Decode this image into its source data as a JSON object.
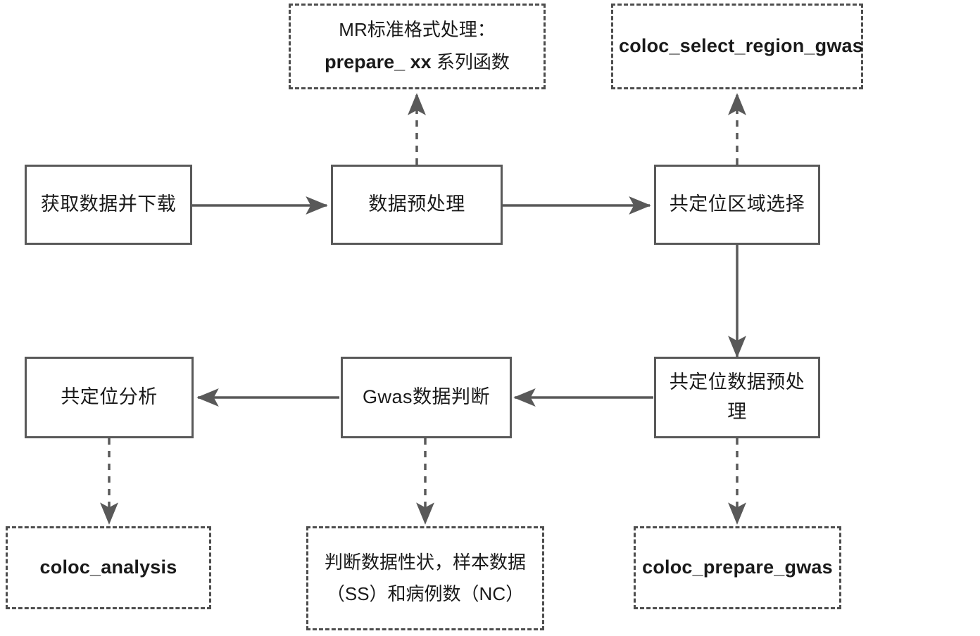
{
  "diagram": {
    "title": "coloc analysis workflow flowchart",
    "colors": {
      "solid_border": "#595959",
      "dashed_border": "#4d4d4d",
      "text": "#1a1a1a",
      "background": "#ffffff",
      "edge": "#595959"
    },
    "nodes": {
      "mr_format": {
        "line1": "MR标准格式处理：",
        "line2_bold": "prepare_ xx",
        "line2_rest": " 系列函数",
        "style": "dashed"
      },
      "coloc_select_region_gwas": {
        "label": "coloc_select_region_gwas",
        "style": "dashed"
      },
      "fetch_download": {
        "label": "获取数据并下载",
        "style": "solid"
      },
      "data_preprocess": {
        "label": "数据预处理",
        "style": "solid"
      },
      "region_select": {
        "label": "共定位区域选择",
        "style": "solid"
      },
      "coloc_analysis_box": {
        "label": "共定位分析",
        "style": "solid"
      },
      "gwas_judge": {
        "label": "Gwas数据判断",
        "style": "solid"
      },
      "coloc_data_preprocess": {
        "label": "共定位数据预处理",
        "style": "solid"
      },
      "coloc_analysis_fn": {
        "label": "coloc_analysis",
        "style": "dashed"
      },
      "judge_traits": {
        "line1": "判断数据性状，样本数据",
        "line2": "（SS）和病例数（NC）",
        "style": "dashed"
      },
      "coloc_prepare_gwas": {
        "label": "coloc_prepare_gwas",
        "style": "dashed"
      }
    },
    "edges": [
      {
        "name": "fetch-to-preprocess",
        "from": "fetch_download",
        "to": "data_preprocess",
        "style": "solid",
        "direction": "right"
      },
      {
        "name": "preprocess-to-region-select",
        "from": "data_preprocess",
        "to": "region_select",
        "style": "solid",
        "direction": "right"
      },
      {
        "name": "preprocess-to-mr-format",
        "from": "data_preprocess",
        "to": "mr_format",
        "style": "dashed",
        "direction": "up"
      },
      {
        "name": "region-select-to-coloc-select-region-gwas",
        "from": "region_select",
        "to": "coloc_select_region_gwas",
        "style": "dashed",
        "direction": "up"
      },
      {
        "name": "region-select-to-coloc-data-preprocess",
        "from": "region_select",
        "to": "coloc_data_preprocess",
        "style": "solid",
        "direction": "down"
      },
      {
        "name": "coloc-data-preprocess-to-gwas-judge",
        "from": "coloc_data_preprocess",
        "to": "gwas_judge",
        "style": "solid",
        "direction": "left"
      },
      {
        "name": "gwas-judge-to-coloc-analysis",
        "from": "gwas_judge",
        "to": "coloc_analysis_box",
        "style": "solid",
        "direction": "left"
      },
      {
        "name": "coloc-analysis-to-coloc-analysis-fn",
        "from": "coloc_analysis_box",
        "to": "coloc_analysis_fn",
        "style": "dashed",
        "direction": "down"
      },
      {
        "name": "gwas-judge-to-judge-traits",
        "from": "gwas_judge",
        "to": "judge_traits",
        "style": "dashed",
        "direction": "down"
      },
      {
        "name": "coloc-data-preprocess-to-coloc-prepare-gwas",
        "from": "coloc_data_preprocess",
        "to": "coloc_prepare_gwas",
        "style": "dashed",
        "direction": "down"
      }
    ]
  }
}
